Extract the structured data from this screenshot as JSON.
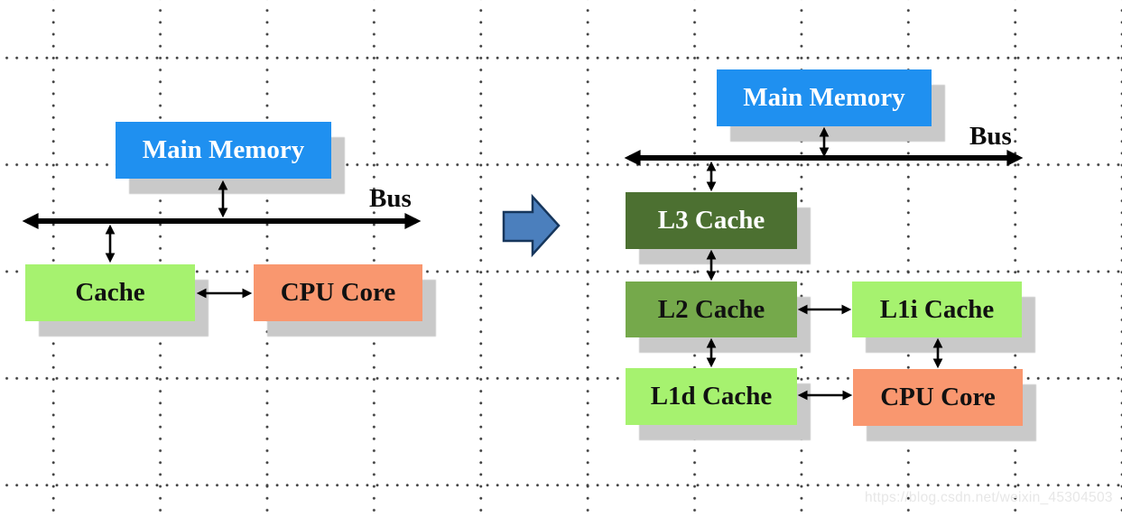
{
  "left_diagram": {
    "main_memory_label": "Main Memory",
    "bus_label": "Bus",
    "cache_label": "Cache",
    "cpu_core_label": "CPU Core"
  },
  "right_diagram": {
    "main_memory_label": "Main Memory",
    "bus_label": "Bus",
    "l3_cache_label": "L3 Cache",
    "l2_cache_label": "L2 Cache",
    "l1d_cache_label": "L1d Cache",
    "l1i_cache_label": "L1i Cache",
    "cpu_core_label": "CPU Core"
  },
  "watermark_text": "https://blog.csdn.net/weixin_45304503",
  "colors": {
    "main_memory_blue": "#1f90f0",
    "light_green": "#a6f26f",
    "medium_green": "#75a94b",
    "dark_green": "#4c7031",
    "cpu_salmon": "#f9976f",
    "shadow_gray": "#c9c9c9",
    "bus_black": "#000000",
    "transform_arrow_fill": "#4b7fbd",
    "transform_arrow_stroke": "#16365c"
  }
}
